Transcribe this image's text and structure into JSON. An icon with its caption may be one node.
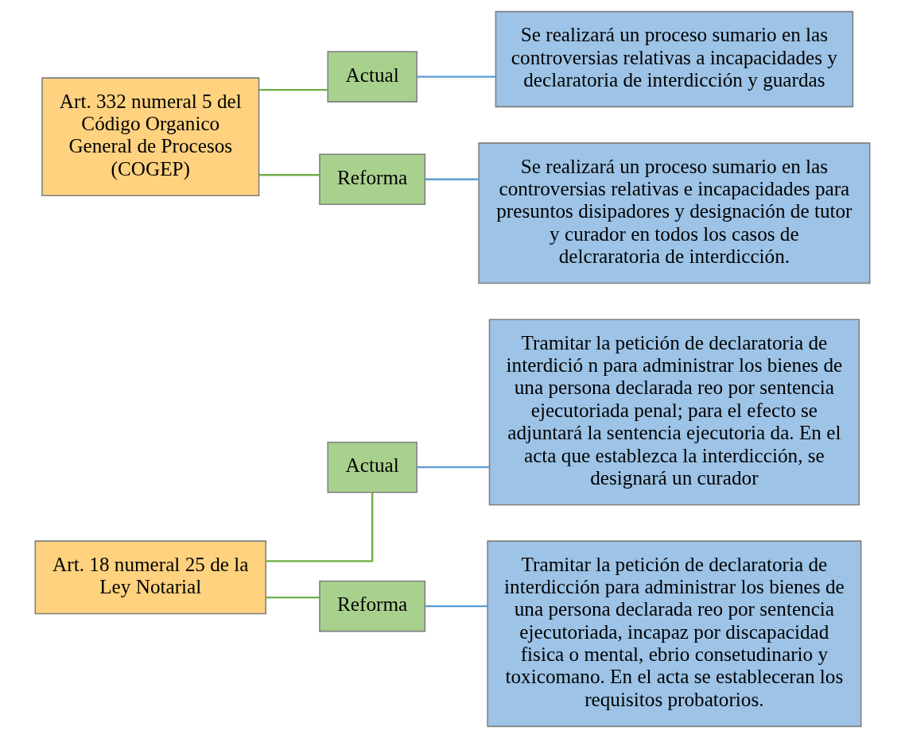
{
  "diagram": {
    "nodes": [
      {
        "text": [
          "Art. 18 numeral 25 de la Ley Notarial"
        ]
      },
      {
        "text": [
          "Actual"
        ]
      },
      {
        "text": [
          "Tramitar la petición de declaratoria de interdició n para administrar los bienes de una persona declarada reo por sentencia ejecutoriada penal; para el efecto se adjuntará la sentencia ejecutoria da. En el acta que establezca la interdicción, se designará un curador"
        ]
      },
      {
        "text": [
          "Reforma"
        ]
      },
      {
        "text": [
          "Tramitar la petición de declaratoria de interdicción para administrar los bienes de una persona declarada reo por sentencia ejecutoriada, incapaz por discapacidad fisica o mental, ebrio consetudinario y toxicomano. En el acta se estableceran los requisitos probatorios."
        ]
      },
      {
        "text": [
          "Art. 332 numeral 5 del Código Organico General de Procesos (COGEP)"
        ]
      },
      {
        "text": [
          "Actual"
        ]
      },
      {
        "text": [
          "Se realizará un proceso sumario en las controversias relativas a incapacidades y declaratoria de interdicción y guardas"
        ]
      },
      {
        "text": [
          "Reforma"
        ]
      },
      {
        "text": [
          "Se realizará un proceso sumario en las controversias relativas e incapacidades para presuntos disipadores y designación de tutor y curador en todos los casos de delcraratoria de interdicción."
        ]
      }
    ],
    "edges": [
      {
        "from": 0,
        "to": 1,
        "arrow": "none",
        "color": "#70ad47"
      },
      {
        "from": 1,
        "to": 2,
        "arrow": "none",
        "color": "#5b9bd5"
      },
      {
        "from": 0,
        "to": 3,
        "arrow": "none",
        "color": "#70ad47"
      },
      {
        "from": 3,
        "to": 4,
        "arrow": "none",
        "color": "#5b9bd5"
      },
      {
        "from": 5,
        "to": 6,
        "arrow": "none",
        "color": "#70ad47"
      },
      {
        "from": 6,
        "to": 7,
        "arrow": "none",
        "color": "#5b9bd5"
      },
      {
        "from": 5,
        "to": 8,
        "arrow": "none",
        "color": "#70ad47"
      },
      {
        "from": 8,
        "to": 9,
        "arrow": "none",
        "color": "#5b9bd5"
      }
    ]
  }
}
